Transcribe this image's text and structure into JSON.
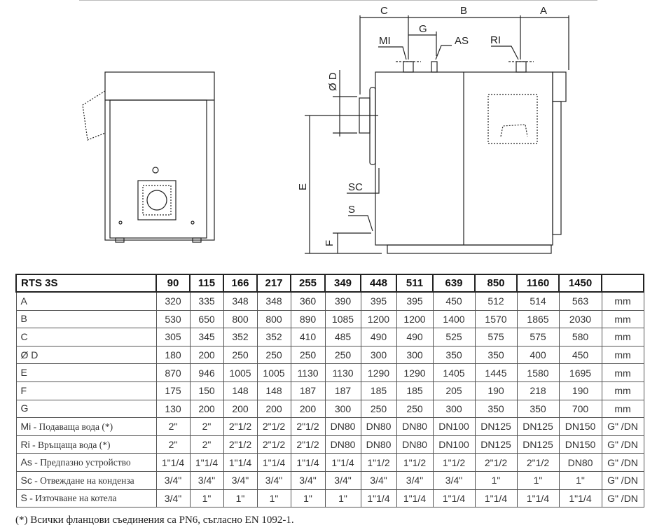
{
  "drawing": {
    "dims": {
      "A": "A",
      "B": "B",
      "C": "C",
      "G": "G",
      "D": "Ø D",
      "E": "E",
      "F": "F"
    },
    "labels": {
      "MI": "MI",
      "AS": "AS",
      "RI": "RI",
      "SC": "SC",
      "S": "S"
    }
  },
  "table": {
    "model": "RTS 3S",
    "sizes": [
      "90",
      "115",
      "166",
      "217",
      "255",
      "349",
      "448",
      "511",
      "639",
      "850",
      "1160",
      "1450"
    ],
    "rows": [
      {
        "code": "A",
        "desc": "",
        "values": [
          "320",
          "335",
          "348",
          "348",
          "360",
          "390",
          "395",
          "395",
          "450",
          "512",
          "514",
          "563"
        ],
        "unit": "mm"
      },
      {
        "code": "B",
        "desc": "",
        "values": [
          "530",
          "650",
          "800",
          "800",
          "890",
          "1085",
          "1200",
          "1200",
          "1400",
          "1570",
          "1865",
          "2030"
        ],
        "unit": "mm"
      },
      {
        "code": "C",
        "desc": "",
        "values": [
          "305",
          "345",
          "352",
          "352",
          "410",
          "485",
          "490",
          "490",
          "525",
          "575",
          "575",
          "580"
        ],
        "unit": "mm"
      },
      {
        "code": "Ø D",
        "desc": "",
        "values": [
          "180",
          "200",
          "250",
          "250",
          "250",
          "250",
          "300",
          "300",
          "350",
          "350",
          "400",
          "450"
        ],
        "unit": "mm"
      },
      {
        "code": "E",
        "desc": "",
        "values": [
          "870",
          "946",
          "1005",
          "1005",
          "1130",
          "1130",
          "1290",
          "1290",
          "1405",
          "1445",
          "1580",
          "1695"
        ],
        "unit": "mm"
      },
      {
        "code": "F",
        "desc": "",
        "values": [
          "175",
          "150",
          "148",
          "148",
          "187",
          "187",
          "185",
          "185",
          "205",
          "190",
          "218",
          "190"
        ],
        "unit": "mm"
      },
      {
        "code": "G",
        "desc": "",
        "values": [
          "130",
          "200",
          "200",
          "200",
          "200",
          "300",
          "250",
          "250",
          "300",
          "350",
          "350",
          "700"
        ],
        "unit": "mm"
      },
      {
        "code": "Mi",
        "desc": " - Подаваща вода (*)",
        "values": [
          "2\"",
          "2\"",
          "2\"1/2",
          "2\"1/2",
          "2\"1/2",
          "DN80",
          "DN80",
          "DN80",
          "DN100",
          "DN125",
          "DN125",
          "DN150"
        ],
        "unit": "G\" /DN"
      },
      {
        "code": "Ri",
        "desc": " - Връщаща вода (*)",
        "values": [
          "2\"",
          "2\"",
          "2\"1/2",
          "2\"1/2",
          "2\"1/2",
          "DN80",
          "DN80",
          "DN80",
          "DN100",
          "DN125",
          "DN125",
          "DN150"
        ],
        "unit": "G\" /DN"
      },
      {
        "code": "As",
        "desc": " - Предпазно устройство",
        "values": [
          "1\"1/4",
          "1\"1/4",
          "1\"1/4",
          "1\"1/4",
          "1\"1/4",
          "1\"1/4",
          "1\"1/2",
          "1\"1/2",
          "1\"1/2",
          "2\"1/2",
          "2\"1/2",
          "DN80"
        ],
        "unit": "G\" /DN"
      },
      {
        "code": "Sc",
        "desc": " - Отвеждане на конденза",
        "values": [
          "3/4\"",
          "3/4\"",
          "3/4\"",
          "3/4\"",
          "3/4\"",
          "3/4\"",
          "3/4\"",
          "3/4\"",
          "3/4\"",
          "1\"",
          "1\"",
          "1\""
        ],
        "unit": "G\" /DN"
      },
      {
        "code": "S",
        "desc": " - Източване на котела",
        "values": [
          "3/4\"",
          "1\"",
          "1\"",
          "1\"",
          "1\"",
          "1\"",
          "1\"1/4",
          "1\"1/4",
          "1\"1/4",
          "1\"1/4",
          "1\"1/4",
          "1\"1/4"
        ],
        "unit": "G\" /DN"
      }
    ]
  },
  "footnote": "(*) Всички фланцови съединения са PN6, съгласно EN 1092-1."
}
